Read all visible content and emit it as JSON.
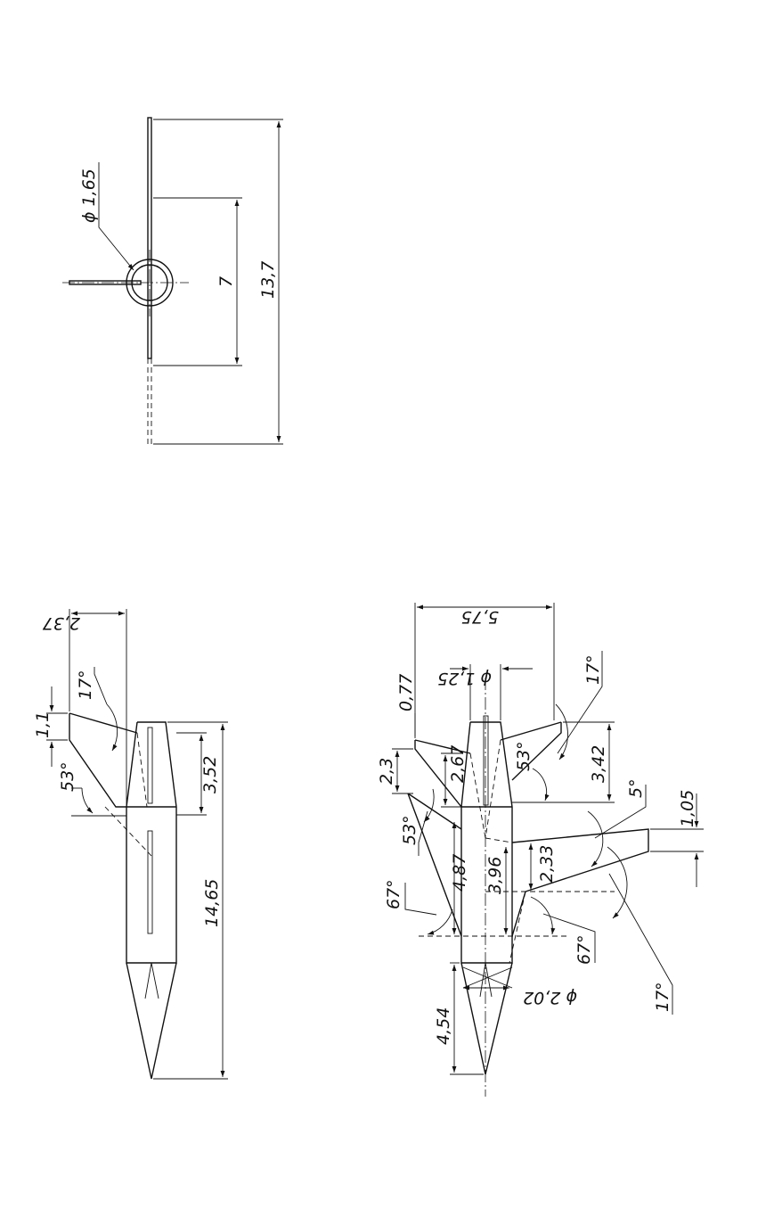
{
  "views": {
    "front": {
      "diameter": "ϕ 1,65",
      "height_short": "7",
      "height_total": "13,7"
    },
    "side": {
      "fin_width": "2,37",
      "fin_top": "1,1",
      "angle_top": "17°",
      "angle_lower": "53°",
      "fin_root": "3,52",
      "length_total": "14,65"
    },
    "top": {
      "span": "5,75",
      "body_diameter": "ϕ 1,25",
      "tip": "0,77",
      "angle_top_right": "17°",
      "canard_dim_a": "2,3",
      "canard_dim_b": "2,67",
      "angle_canard": "53°",
      "canard_root": "3,42",
      "angle_wing_sweep": "53°",
      "wing_root": "4,87",
      "wing_mid": "3,96",
      "wing_inner": "2,33",
      "angle_tail_small": "5°",
      "tail_tip": "1,05",
      "angle_left_67": "67°",
      "angle_right_67": "67°",
      "angle_bottom_17": "17°",
      "nose_length": "4,54",
      "nose_diameter": "ϕ 2,02"
    }
  }
}
